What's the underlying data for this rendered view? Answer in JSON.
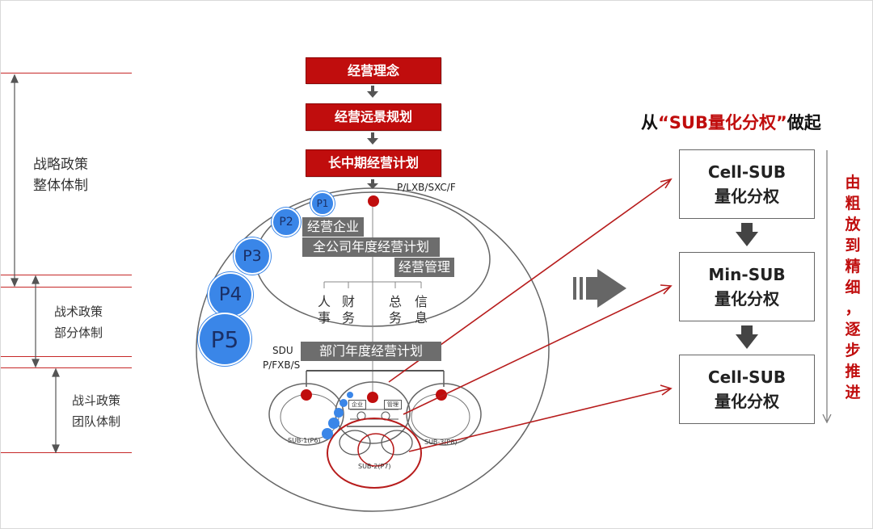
{
  "left_tiers": [
    {
      "line1": "战略政策",
      "line2": "整体体制"
    },
    {
      "line1": "战术政策",
      "line2": "部分体制"
    },
    {
      "line1": "战斗政策",
      "line2": "团队体制"
    }
  ],
  "flow_boxes": [
    "经营理念",
    "经营远景规划",
    "长中期经营计划"
  ],
  "code_top": "P/LXB/SXC/F",
  "p_circles": [
    "P1",
    "P2",
    "P3",
    "P4",
    "P5"
  ],
  "inner_boxes": {
    "enterprise": "经营企业",
    "annual_plan": "全公司年度经营计划",
    "management": "经营管理",
    "dept_plan": "部门年度经营计划"
  },
  "functions": [
    {
      "top": "人",
      "bottom": "事"
    },
    {
      "top": "财",
      "bottom": "务"
    },
    {
      "top": "总",
      "bottom": "务"
    },
    {
      "top": "信",
      "bottom": "息"
    }
  ],
  "sdu_label": "SDU",
  "code_mid": "P/FXB/S",
  "sub_labels": {
    "sub1": "SUB-1(P6)",
    "sub2": "SUB-2(P7)",
    "sub3": "SUB-3(P8)"
  },
  "tiny": {
    "enterprise": "企业",
    "management": "管理"
  },
  "heading": {
    "prefix": "从",
    "quote": "“SUB量化分权”",
    "suffix": "做起"
  },
  "right_boxes": [
    {
      "line1": "Cell-SUB",
      "line2": "量化分权"
    },
    {
      "line1": "Min-SUB",
      "line2": "量化分权"
    },
    {
      "line1": "Cell-SUB",
      "line2": "量化分权"
    }
  ],
  "vertical_text": [
    "由",
    "粗",
    "放",
    "到",
    "精",
    "细",
    "，",
    "逐",
    "步",
    "推",
    "进"
  ],
  "colors": {
    "accent_red": "#c00d0d",
    "circle_blue": "#3a86e8",
    "gray_box": "#6d6d6d"
  }
}
